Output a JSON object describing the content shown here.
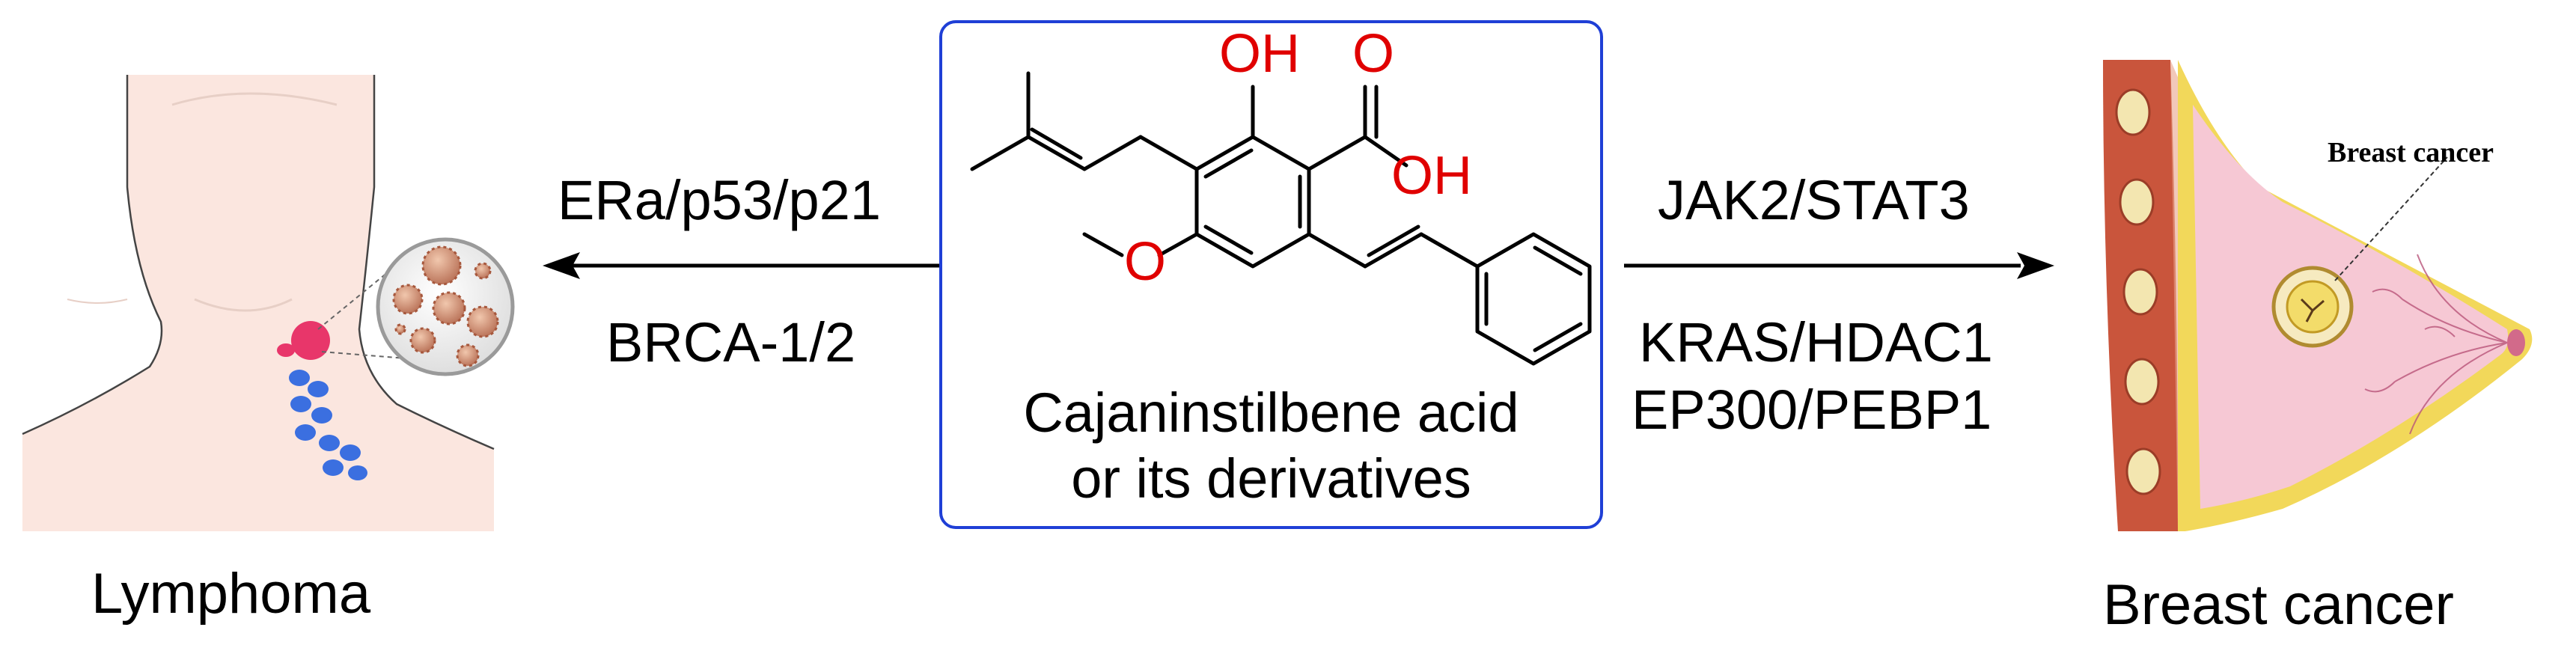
{
  "left": {
    "caption": "Lymphoma",
    "pathway_top": "ERa/p53/p21",
    "pathway_bottom": "BRCA-1/2"
  },
  "center": {
    "compound_line1": "Cajaninstilbene acid",
    "compound_line2": "or its derivatives",
    "atom_oh_top": "OH",
    "atom_o_carbonyl": "O",
    "atom_oh_acid": "OH",
    "atom_o_methoxy": "O"
  },
  "right": {
    "caption": "Breast cancer",
    "illustration_label": "Breast cancer",
    "pathway_1": "JAK2/STAT3",
    "pathway_2": "KRAS/HDAC1",
    "pathway_3": "EP300/PEBP1"
  },
  "colors": {
    "box_border": "#1f3fd6",
    "heteroatom": "#e00000",
    "skin": "#fbe6df",
    "tumor": "#e8366a",
    "lymph_node": "#3b6fe0",
    "breast_tissue": "#f6c8d4",
    "fat_layer": "#f2d85a",
    "muscle": "#c9553c"
  }
}
